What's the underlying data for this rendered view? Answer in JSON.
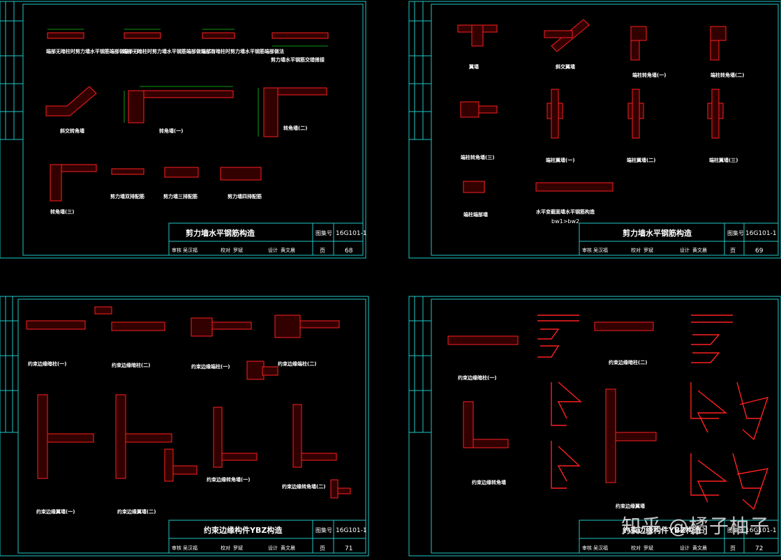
{
  "sheets": [
    {
      "id": "sheet-68",
      "title": "剪力墙水平钢筋构造",
      "atlas_label": "图集号",
      "atlas": "16G101-1",
      "page_label": "页",
      "page": "68",
      "sign": [
        "审核",
        "吴汉福",
        "校对",
        "罗斌",
        "设计",
        "黄文晨"
      ],
      "captions": [
        "端部无暗柱时剪力墙水平钢筋端部做法(一)",
        "端部无暗柱时剪力墙水平钢筋端部做法(二)",
        "端部有暗柱时剪力墙水平钢筋端部做法",
        "剪力墙水平钢筋交错搭接",
        "斜交转角墙",
        "转角墙(一)",
        "转角墙(二)",
        "转角墙(三)",
        "剪力墙双排配筋",
        "剪力墙三排配筋",
        "剪力墙四排配筋"
      ]
    },
    {
      "id": "sheet-69",
      "title": "剪力墙水平钢筋构造",
      "atlas_label": "图集号",
      "atlas": "16G101-1",
      "page_label": "页",
      "page": "69",
      "sign": [
        "审核",
        "吴汉福",
        "校对",
        "罗斌",
        "设计",
        "黄文晨"
      ],
      "captions": [
        "翼墙",
        "斜交翼墙",
        "端柱转角墙(一)",
        "端柱转角墙(二)",
        "端柱转角墙(三)",
        "端柱翼墙(一)",
        "端柱翼墙(二)",
        "端柱翼墙(三)",
        "端柱端部墙",
        "水平变截面墙水平钢筋构造",
        "bw1>bw2"
      ]
    },
    {
      "id": "sheet-71",
      "title": "约束边缘构件YBZ构造",
      "atlas_label": "图集号",
      "atlas": "16G101-1",
      "page_label": "页",
      "page": "71",
      "sign": [
        "审核",
        "吴汉福",
        "校对",
        "罗斌",
        "设计",
        "黄文晨"
      ],
      "captions": [
        "约束边缘暗柱(一)",
        "约束边缘暗柱(二)",
        "约束边缘端柱(一)",
        "约束边缘端柱(二)",
        "约束边缘翼墙(一)",
        "约束边缘翼墙(二)",
        "约束边缘转角墙(一)",
        "约束边缘转角墙(二)"
      ]
    },
    {
      "id": "sheet-72",
      "title": "约束边缘构件YBZ构造",
      "atlas_label": "图集号",
      "atlas": "16G101-1",
      "page_label": "页",
      "page": "72",
      "sign": [
        "审核",
        "吴汉福",
        "校对",
        "罗斌",
        "设计",
        "黄文晨"
      ],
      "captions": [
        "约束边缘暗柱(一)",
        "约束边缘暗柱(二)",
        "约束边缘转角墙",
        "约束边缘翼墙"
      ]
    }
  ],
  "watermark": "知乎 @橘子柚子",
  "colors": {
    "background": "#000000",
    "frame": "#20c8c8",
    "rebar": "#ff2020",
    "dim": "#19c419",
    "text": "#ffffff"
  }
}
